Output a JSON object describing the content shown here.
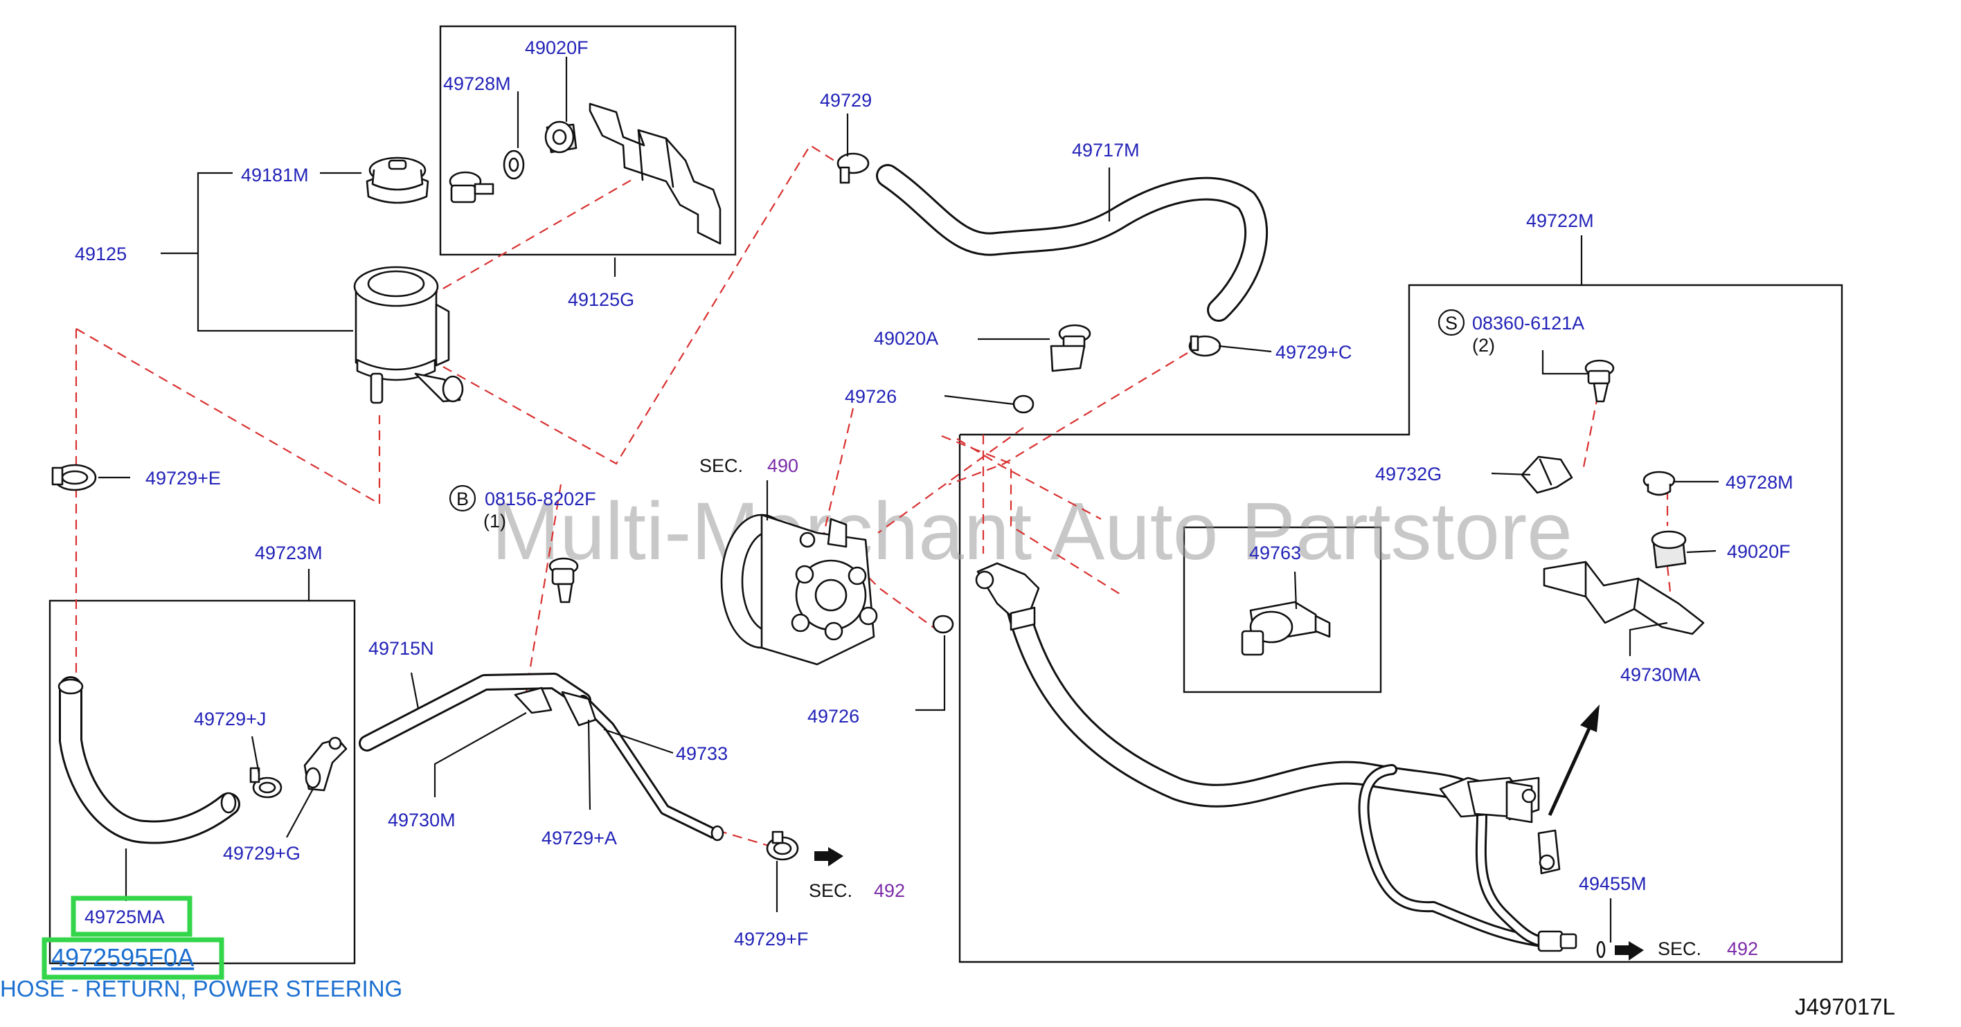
{
  "diagram": {
    "code": "J497017L",
    "watermark": "Multi-Merchant Auto Partstore"
  },
  "labels": {
    "p49020F_top": "49020F",
    "p49728M_top": "49728M",
    "p49181M": "49181M",
    "p49125": "49125",
    "p49125G": "49125G",
    "p49729_top": "49729",
    "p49717M": "49717M",
    "p49722M": "49722M",
    "p49020A": "49020A",
    "p49726_a": "49726",
    "p49729C": "49729+C",
    "p08360": "08360-6121A",
    "p08360_qty": "(2)",
    "p08360_badge": "S",
    "p49729E": "49729+E",
    "p08156": "08156-8202F",
    "p08156_qty": "(1)",
    "p08156_badge": "B",
    "sec_label": "SEC.",
    "sec_490": "490",
    "p49732G": "49732G",
    "p49728M_right": "49728M",
    "p49723M": "49723M",
    "p49763": "49763",
    "p49020F_right": "49020F",
    "p49715N": "49715N",
    "p49726_b": "49726",
    "p49730MA": "49730MA",
    "p49729J": "49729+J",
    "p49733": "49733",
    "p49730M": "49730M",
    "p49729A": "49729+A",
    "p49729G": "49729+G",
    "p49455M": "49455M",
    "sec_492_a": "492",
    "sec_492_b": "492",
    "p49729F": "49729+F",
    "p49725MA": "49725MA"
  },
  "selection": {
    "part_number": "4972595F0A",
    "description": "HOSE - RETURN, POWER STEERING",
    "highlight_color": "#33d64a",
    "link_color": "#1b6fd0"
  },
  "colors": {
    "part_label": "#2222b8",
    "section_ref": "#7a2aa8",
    "dashed_line": "#d93030"
  }
}
